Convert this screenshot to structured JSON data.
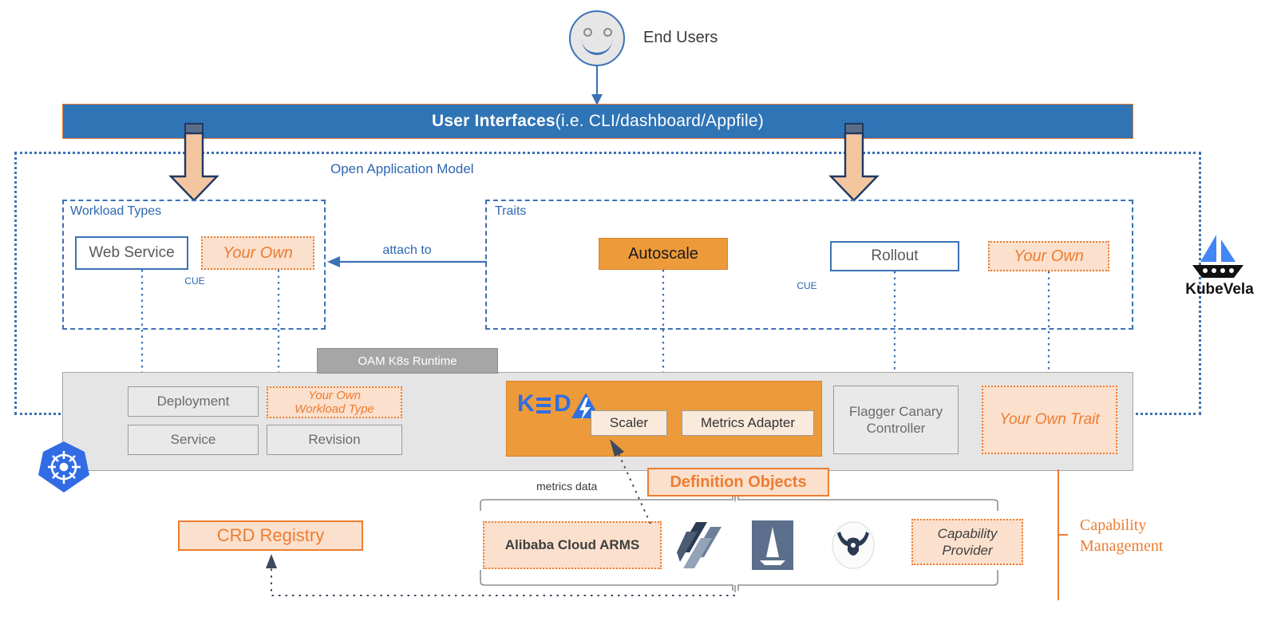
{
  "title": "KubeVela / OAM Architecture Diagram",
  "colors": {
    "brand_blue": "#2f74b5",
    "accent_orange": "#ED7D31",
    "keda_orange": "#ED9A3B",
    "peach": "#fbe0cd",
    "runtime_gray": "#e5e5e5",
    "k8s_blue": "#326ce5"
  },
  "end_users": {
    "label": "End Users",
    "icon": "smiley-face-icon"
  },
  "ui_bar": {
    "strong": "User Interfaces",
    "rest": " (i.e. CLI/dashboard/Appfile)"
  },
  "oam": {
    "title": "Open Application Model",
    "workload_group": {
      "label": "Workload Types",
      "cue_label": "CUE",
      "items": [
        {
          "label": "Web Service",
          "style": "solid-blue"
        },
        {
          "label": "Your Own",
          "style": "dotted-peach"
        }
      ]
    },
    "traits_group": {
      "label": "Traits",
      "cue_label": "CUE",
      "items": [
        {
          "label": "Autoscale",
          "style": "orange-fill"
        },
        {
          "label": "Rollout",
          "style": "solid-blue"
        },
        {
          "label": "Your Own",
          "style": "dotted-peach"
        }
      ]
    },
    "attach_label": "attach to"
  },
  "runtime": {
    "tab_label": "OAM K8s Runtime",
    "workload_boxes": [
      {
        "label": "Deployment",
        "style": "gray"
      },
      {
        "label": "Service",
        "style": "gray"
      },
      {
        "label": "Your Own\nWorkload Type",
        "line1": "Your Own",
        "line2": "Workload Type",
        "style": "dotted-peach"
      },
      {
        "label": "Revision",
        "style": "gray"
      }
    ],
    "keda": {
      "logo_text": "KEDA",
      "children": [
        {
          "label": "Scaler"
        },
        {
          "label": "Metrics Adapter"
        }
      ]
    },
    "flagger": {
      "line1": "Flagger Canary",
      "line2": "Controller"
    },
    "your_own_trait": {
      "label": "Your Own Trait"
    }
  },
  "bottom": {
    "definition_objects": "Definition Objects",
    "metrics_data": "metrics data",
    "crd_registry": "CRD Registry",
    "providers": [
      {
        "label": "Alibaba Cloud ARMS",
        "kind": "text-box"
      },
      {
        "label": "flagger-logo",
        "kind": "logo"
      },
      {
        "label": "istio-logo",
        "kind": "logo"
      },
      {
        "label": "keda-bull-logo",
        "kind": "logo"
      },
      {
        "line1": "Capability",
        "line2": "Provider",
        "kind": "text-box"
      }
    ]
  },
  "capability_management": {
    "line1": "Capability",
    "line2": "Management"
  },
  "kubevela": {
    "label": "KubeVela",
    "icon": "sailboat-icon"
  },
  "kubernetes": {
    "icon": "kubernetes-helm-icon"
  }
}
